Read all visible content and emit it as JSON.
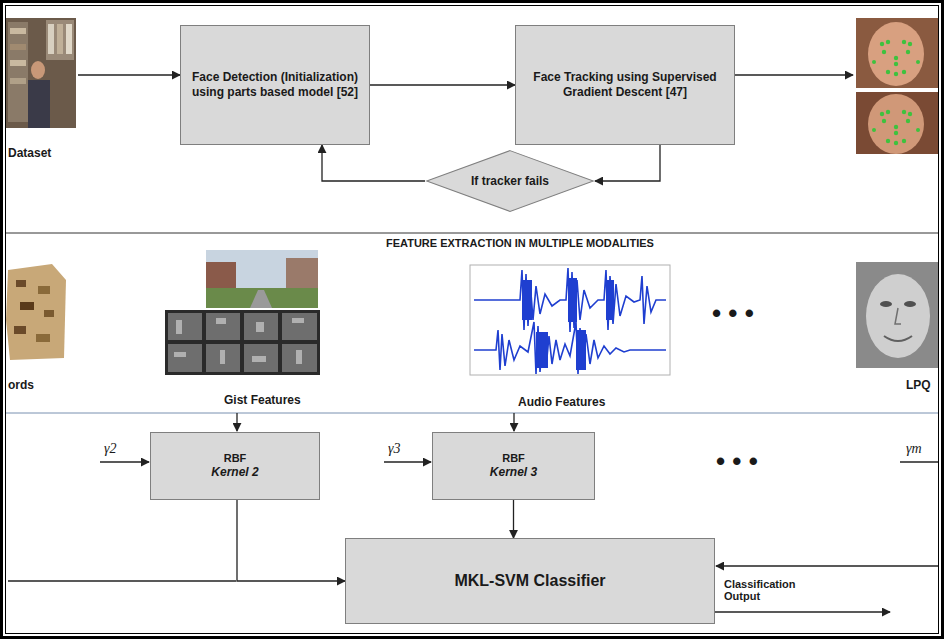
{
  "diagram": {
    "nodes": [
      {
        "text": [
          "Face Detection (Initialization) using parts based model [52]"
        ]
      },
      {
        "text": [
          "Face Tracking using Supervised Gradient Descent [47]"
        ]
      },
      {
        "text": [
          "If tracker fails"
        ]
      },
      {
        "text": [
          "RBF",
          "Kernel 2"
        ]
      },
      {
        "text": [
          "RBF",
          "Kernel 3"
        ]
      },
      {
        "text": [
          "MKL-SVM Classifier"
        ]
      }
    ],
    "edges": [
      {
        "from": 0,
        "to": 1,
        "arrow": "to"
      },
      {
        "from": 1,
        "to": 2,
        "arrow": "to"
      },
      {
        "from": 2,
        "to": 0,
        "arrow": "to"
      },
      {
        "from": 3,
        "to": 5,
        "arrow": "to"
      },
      {
        "from": 4,
        "to": 5,
        "arrow": "to"
      }
    ],
    "labels": [
      "Dataset",
      "FEATURE EXTRACTION IN MULTIPLE MODALITIES",
      "ords",
      "Gist Features",
      "Audio Features",
      "• • •",
      "LPQ",
      "γ2",
      "γ3",
      "• • •",
      "γm",
      "Classification Output"
    ]
  }
}
